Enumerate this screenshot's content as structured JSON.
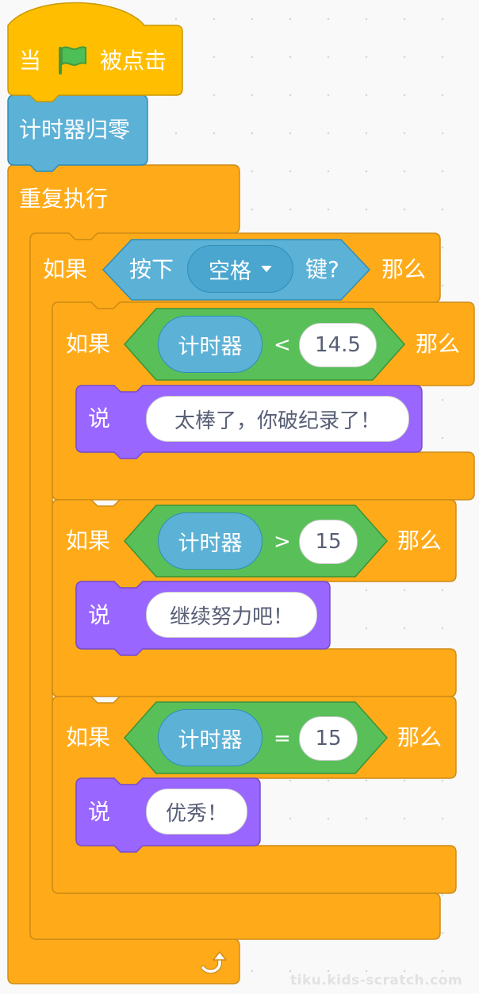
{
  "colors": {
    "events": "#ffbf00",
    "control": "#ffab19",
    "sensing": "#5cb1d6",
    "operators": "#59c059",
    "looks": "#9966ff"
  },
  "hat": {
    "prefix": "当",
    "icon": "green-flag-icon",
    "suffix": "被点击"
  },
  "reset_timer": {
    "label": "计时器归零"
  },
  "forever": {
    "label": "重复执行",
    "end_icon": "loop-arrow-icon"
  },
  "outer_if": {
    "label_if": "如果",
    "label_then": "那么",
    "condition": {
      "label_press": "按下",
      "key": "空格",
      "label_key": "键?"
    }
  },
  "inner_ifs": [
    {
      "label_if": "如果",
      "label_then": "那么",
      "reporter": "计时器",
      "operator": "<",
      "value": "14.5",
      "say_label": "说",
      "message": "太棒了，你破纪录了！"
    },
    {
      "label_if": "如果",
      "label_then": "那么",
      "reporter": "计时器",
      "operator": ">",
      "value": "15",
      "say_label": "说",
      "message": "继续努力吧！"
    },
    {
      "label_if": "如果",
      "label_then": "那么",
      "reporter": "计时器",
      "operator": "=",
      "value": "15",
      "say_label": "说",
      "message": "优秀！"
    }
  ],
  "watermark": "tiku.kids-scratch.com"
}
